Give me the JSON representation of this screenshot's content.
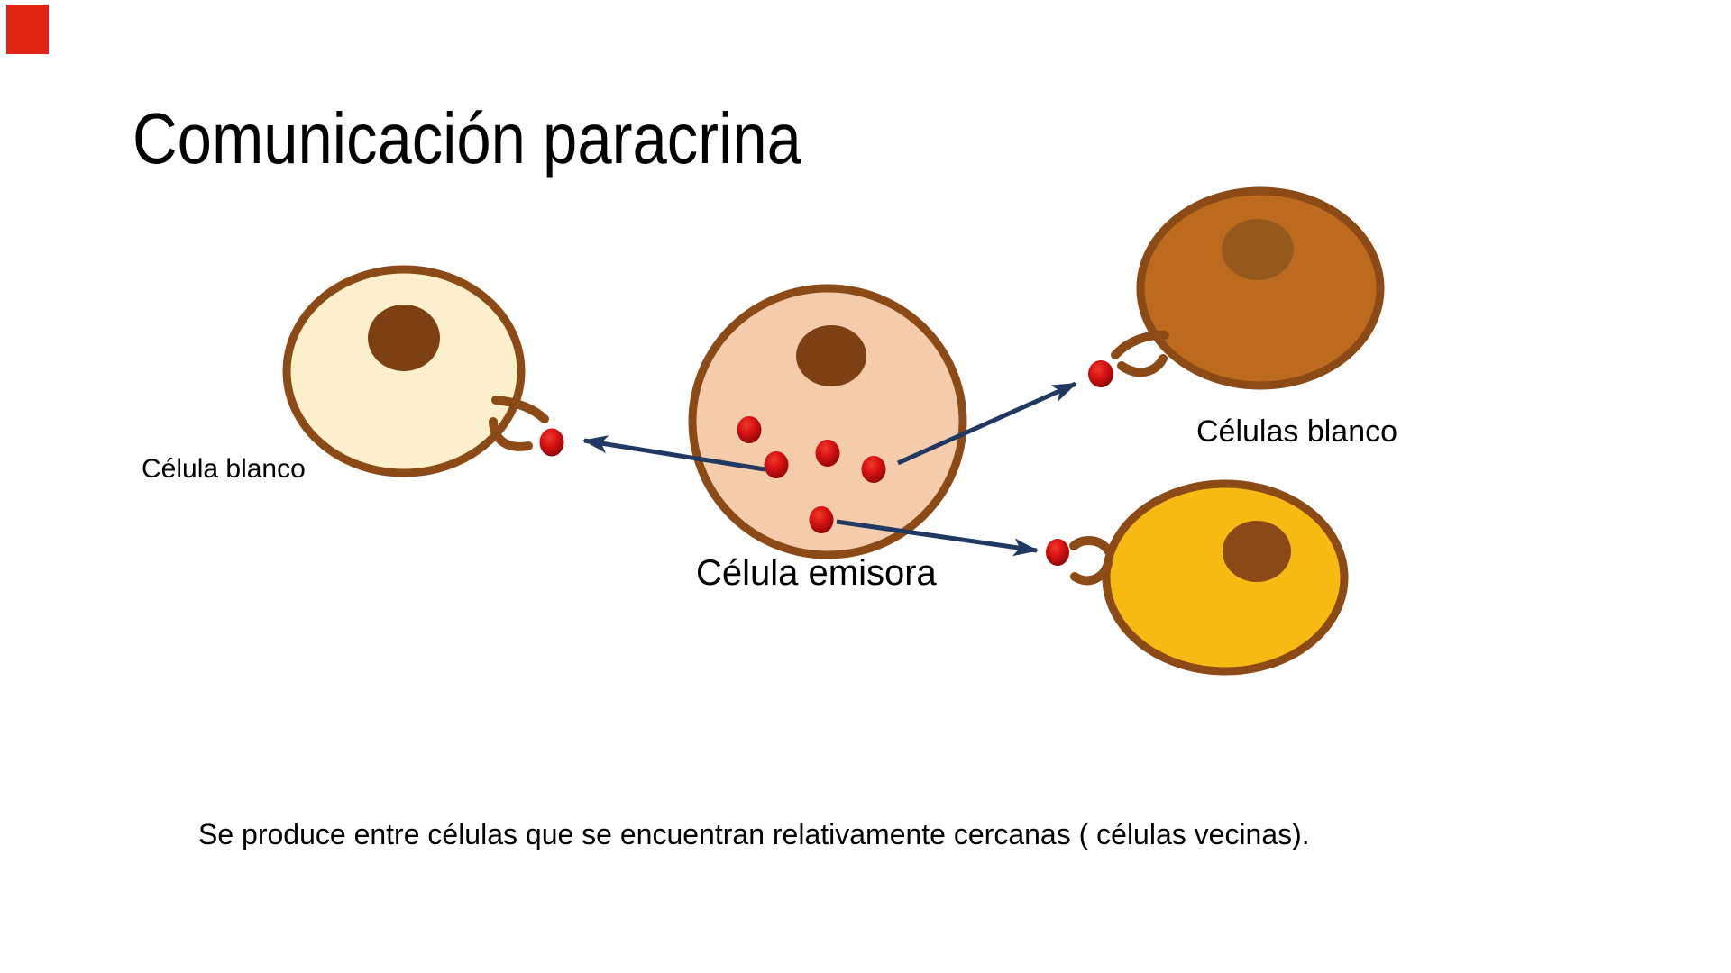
{
  "slide": {
    "title": "Comunicación paracrina",
    "caption": "Se produce entre células que se encuentran relativamente cercanas ( células vecinas)."
  },
  "labels": {
    "left_cell": "Célula blanco",
    "emitter_cell": "Célula emisora",
    "right_cells": "Células blanco"
  },
  "colors": {
    "background": "#FFFFFF",
    "text": "#000000",
    "cell_outline": "#8B4A16",
    "receptor": "#8B4A16",
    "left_cell_fill": "#FBF0CB",
    "emitter_cell_fill": "#F5CCAB",
    "top_right_cell_fill": "#BC6B1E",
    "bottom_right_cell_fill": "#F7BA12",
    "nucleus_left": "#7C4012",
    "nucleus_emitter": "#7C4012",
    "nucleus_top_right": "#95591E",
    "nucleus_bottom_right": "#8A4916",
    "ligand_red_light": "#EE3B2C",
    "ligand_red": "#D81111",
    "ligand_red_dark": "#840505",
    "arrow": "#1F3864",
    "corner_marker": "#E02415"
  }
}
